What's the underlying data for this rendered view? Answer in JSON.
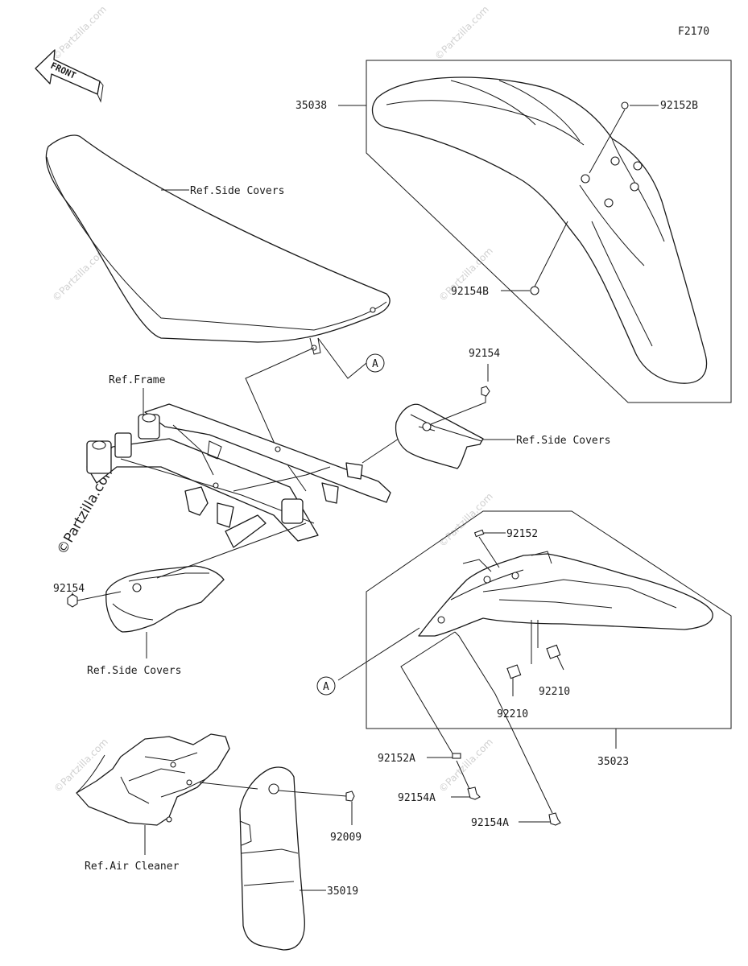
{
  "figure_code": "F2170",
  "direction_label": "FRONT",
  "watermark": "©Partzilla.com",
  "callout_letter": "A",
  "labels": {
    "front_fender": "35038",
    "cap_front": "92152B",
    "bolt_front": "92154B",
    "seat_ref": "Ref.Side Covers",
    "frame_ref": "Ref.Frame",
    "bolt_upper_right": "92154",
    "side_cover_right_ref": "Ref.Side Covers",
    "rear_cap_top": "92152",
    "bolt_left": "92154",
    "side_cover_left_ref": "Ref.Side Covers",
    "nut_a": "92210",
    "nut_b": "92210",
    "rear_fender": "35023",
    "cap_rear": "92152A",
    "bolt_rear_a": "92154A",
    "bolt_rear_b": "92154A",
    "clip": "92009",
    "air_cleaner_ref": "Ref.Air Cleaner",
    "flap": "35019"
  }
}
